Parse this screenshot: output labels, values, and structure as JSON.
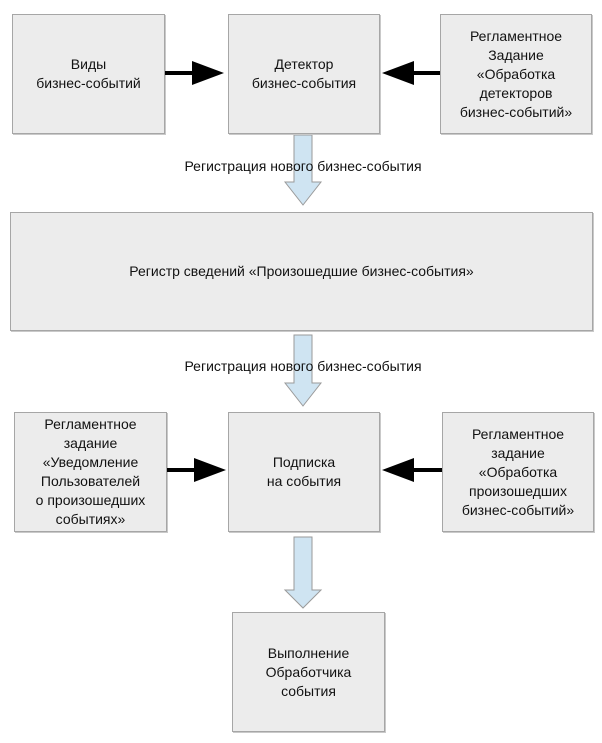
{
  "diagram": {
    "nodes": {
      "event_types": "Виды\nбизнес-событий",
      "detector": "Детектор\nбизнес-события",
      "detector_job": "Регламентное\nЗадание\n«Обработка\nдетекторов\nбизнес-событий»",
      "register": "Регистр сведений «Произошедшие бизнес-события»",
      "notify_job": "Регламентное\nзадание\n«Уведомление\nПользователей\nо произошедших\nсобытиях»",
      "subscription": "Подписка\nна события",
      "process_job": "Регламентное\nзадание\n«Обработка\nпроизошедших\nбизнес-событий»",
      "handler": "Выполнение\nОбработчика\nсобытия"
    },
    "edge_labels": {
      "register_new_1": "Регистрация нового бизнес-события",
      "register_new_2": "Регистрация нового бизнес-события"
    },
    "edges": [
      {
        "from": "event_types",
        "to": "detector",
        "style": "black-arrow"
      },
      {
        "from": "detector_job",
        "to": "detector",
        "style": "black-arrow"
      },
      {
        "from": "detector",
        "to": "register",
        "style": "block-arrow",
        "label": "register_new_1"
      },
      {
        "from": "register",
        "to": "subscription",
        "style": "block-arrow",
        "label": "register_new_2"
      },
      {
        "from": "notify_job",
        "to": "subscription",
        "style": "black-arrow"
      },
      {
        "from": "process_job",
        "to": "subscription",
        "style": "black-arrow"
      },
      {
        "from": "subscription",
        "to": "handler",
        "style": "block-arrow"
      }
    ],
    "colors": {
      "box_fill": "#ececec",
      "box_border": "#a6a6a6",
      "block_arrow_fill": "#cfe4f2",
      "block_arrow_stroke": "#9a9a9a",
      "line_arrow": "#000000"
    }
  }
}
